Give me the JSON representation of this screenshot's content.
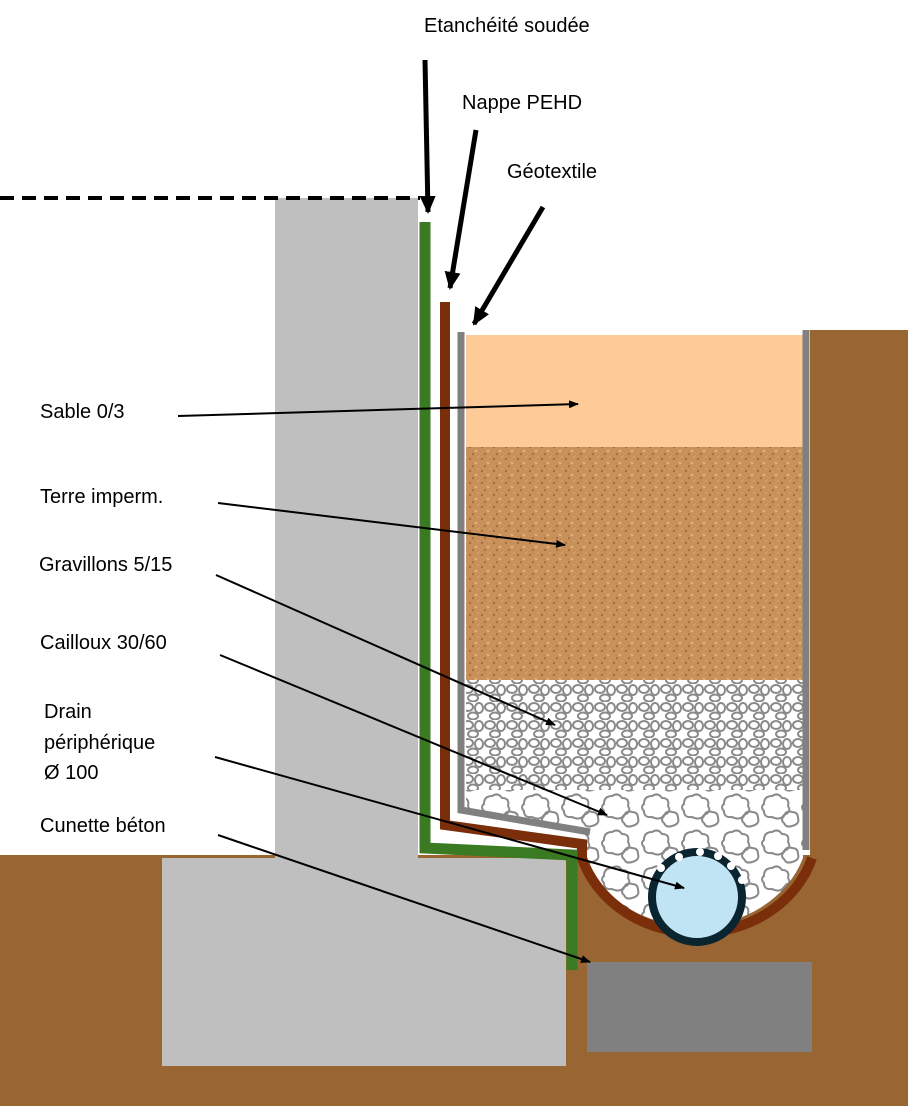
{
  "labels": {
    "etancheite": "Etanchéité soudée",
    "nappe": "Nappe PEHD",
    "geotextile": "Géotextile",
    "sable": "Sable 0/3",
    "terre": "Terre imperm.",
    "gravillons": "Gravillons 5/15",
    "cailloux": "Cailloux 30/60",
    "drain_1": "Drain",
    "drain_2": "périphérique",
    "drain_3": "Ø 100",
    "cunette": "Cunette béton"
  },
  "colors": {
    "soil": "#996633",
    "concrete": "#bfbfbf",
    "membrane": "#3a7a22",
    "pehd": "#7a2e0a",
    "geotextile": "#808080",
    "sand": "#fdca98",
    "earth": "#c8915a",
    "pipe": "#c0e4f4",
    "cunette": "#808080"
  }
}
